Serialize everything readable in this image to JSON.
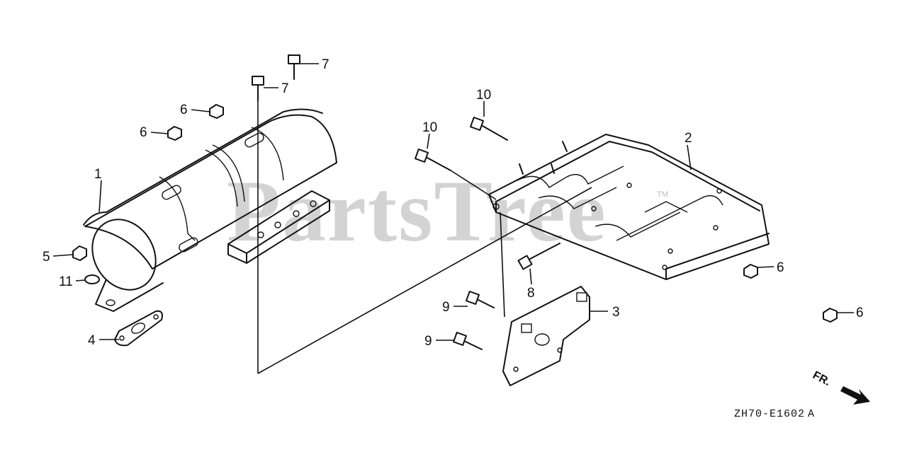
{
  "watermark": {
    "text": "PartsTree",
    "trademark": "TM"
  },
  "diagram_code": "ZH70-E1602 A",
  "direction_label": "FR.",
  "callouts": [
    "1",
    "2",
    "3",
    "4",
    "5",
    "6",
    "6",
    "6",
    "6",
    "7",
    "7",
    "8",
    "9",
    "9",
    "10",
    "10",
    "11"
  ]
}
